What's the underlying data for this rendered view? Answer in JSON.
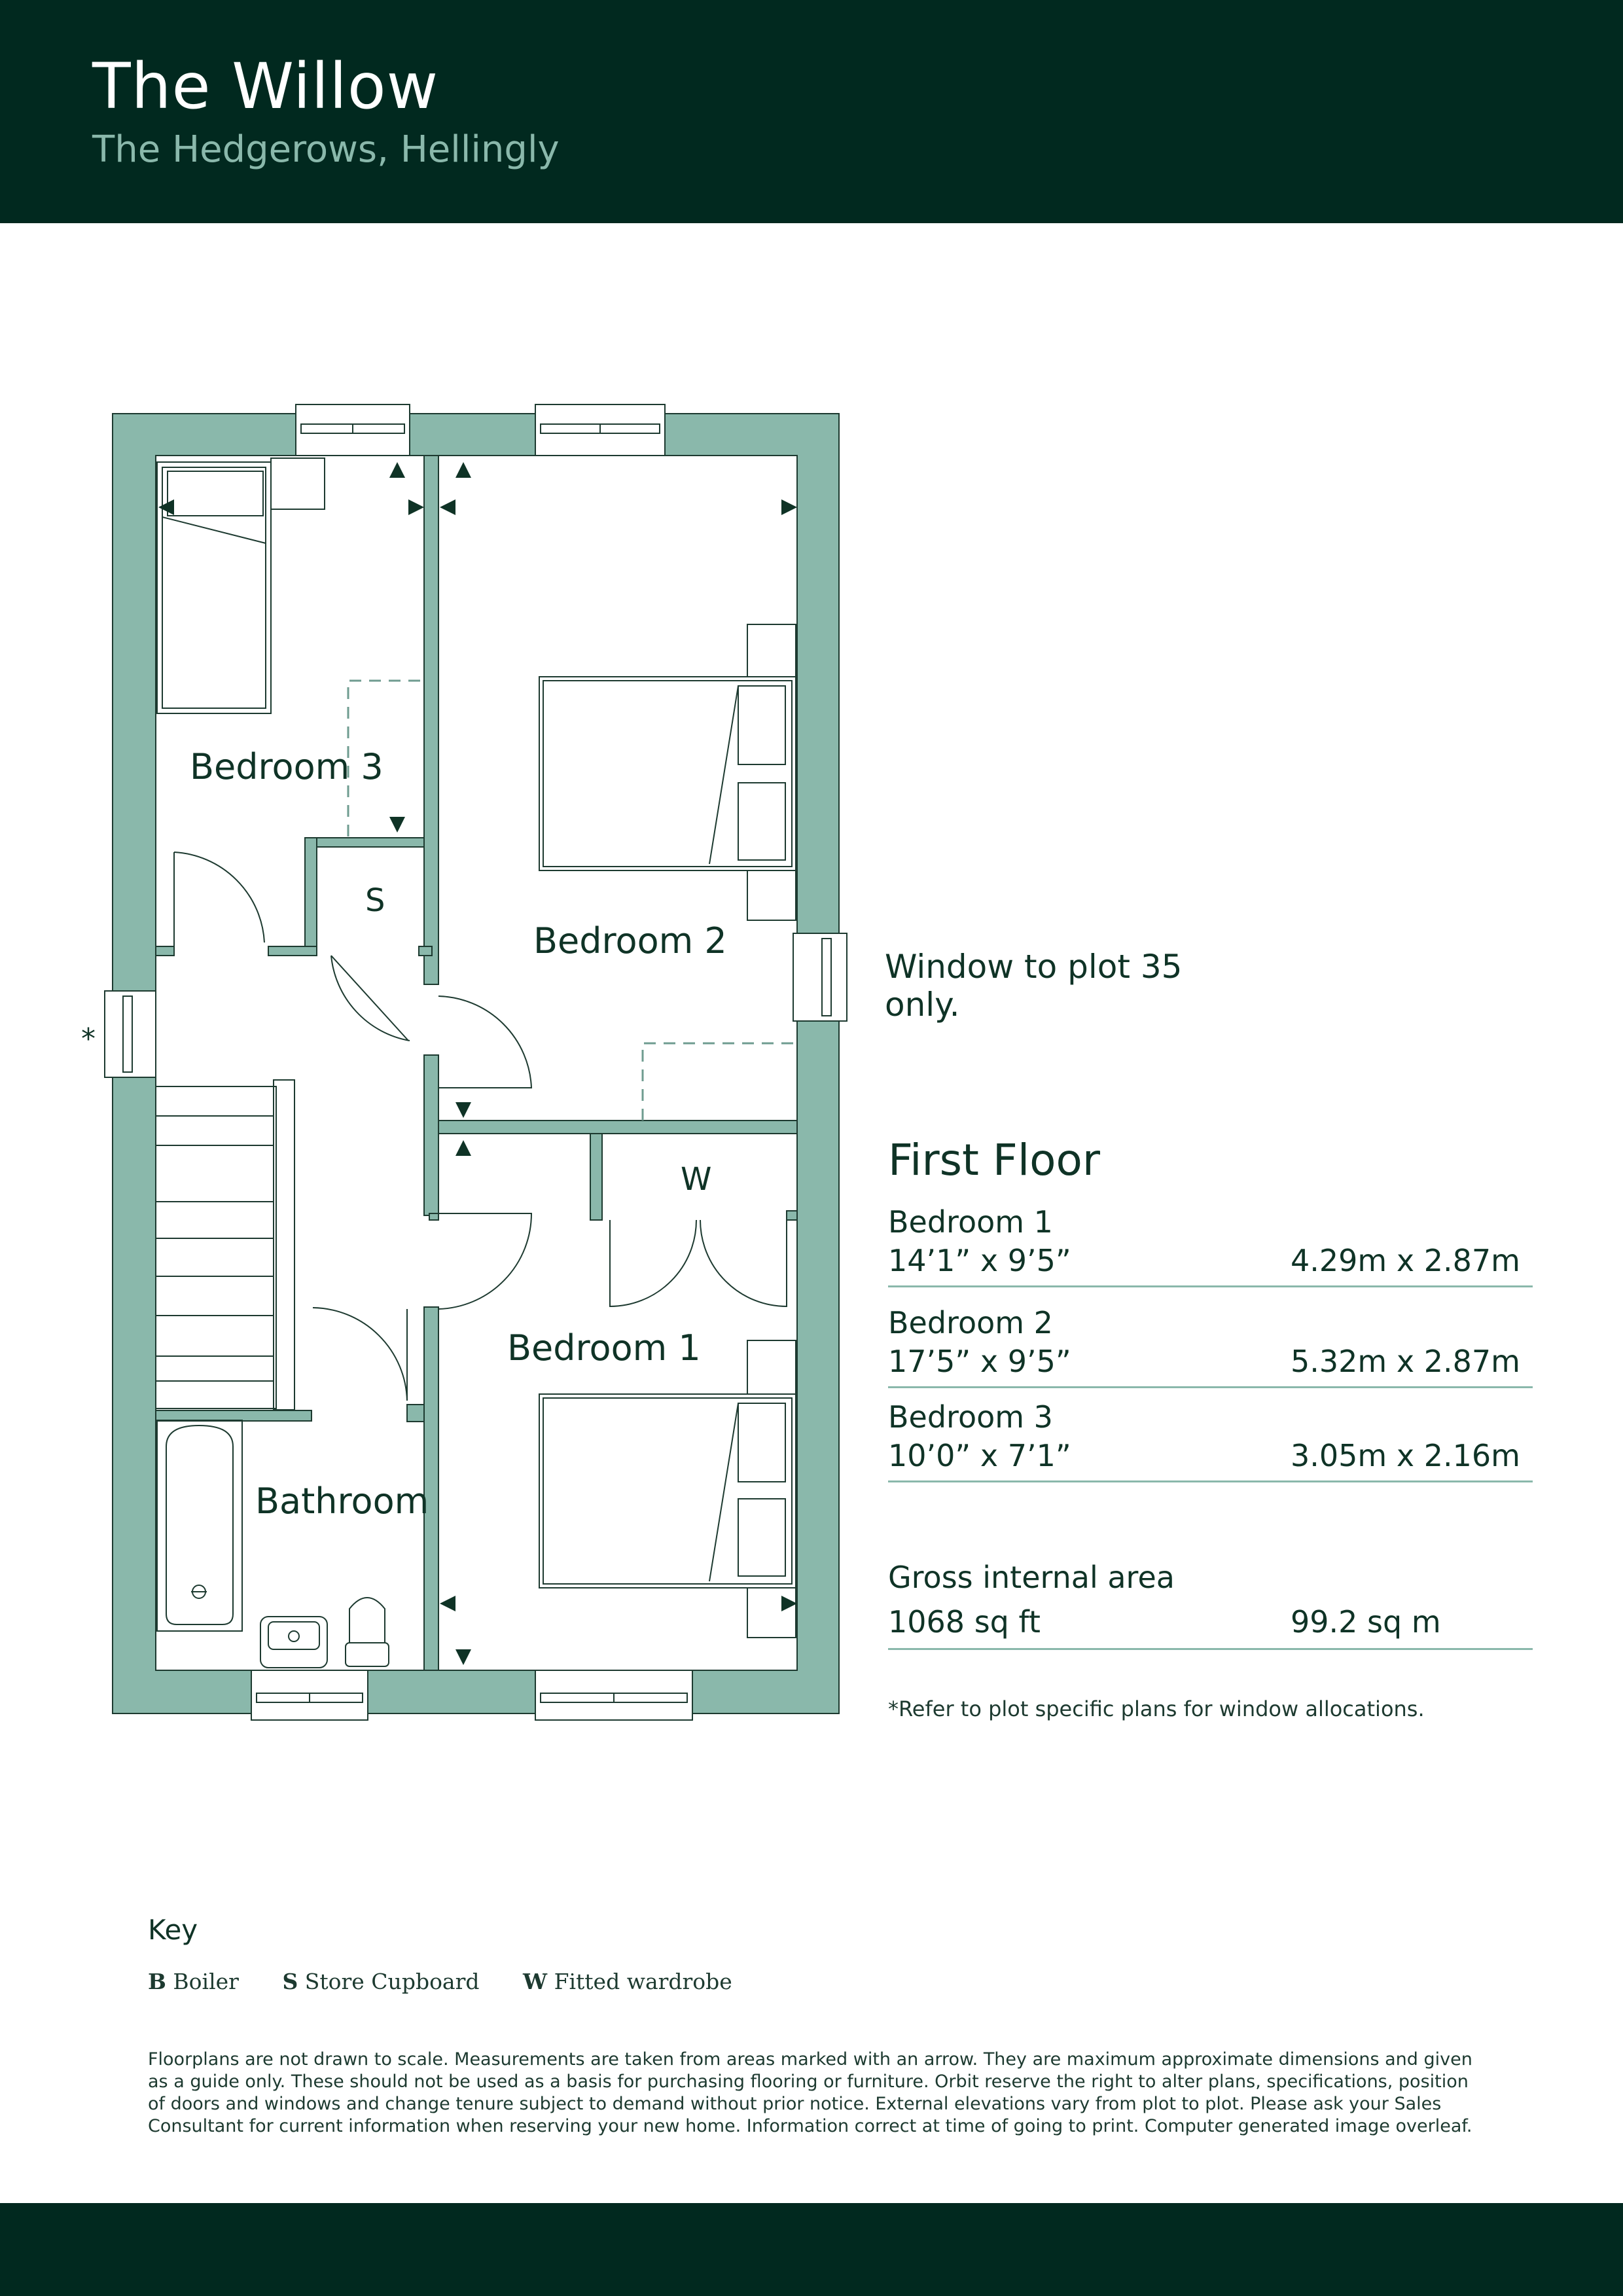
{
  "header": {
    "title": "The Willow",
    "subtitle": "The Hedgerows, Hellingly"
  },
  "plan": {
    "rooms": {
      "bedroom1": "Bedroom 1",
      "bedroom2": "Bedroom 2",
      "bedroom3": "Bedroom 3",
      "bathroom": "Bathroom",
      "store": "S",
      "wardrobe": "W"
    },
    "window_marker": "*",
    "callout": "Window to plot 35 only.",
    "colors": {
      "wall": "#8ab8ab",
      "line": "#1d3a30",
      "arrow": "#0f3326"
    }
  },
  "floor_summary": {
    "title": "First Floor",
    "rooms": [
      {
        "name": "Bedroom 1",
        "imperial": "14’1” x 9’5”",
        "metric": "4.29m x 2.87m"
      },
      {
        "name": "Bedroom 2",
        "imperial": "17’5” x 9’5”",
        "metric": "5.32m x 2.87m"
      },
      {
        "name": "Bedroom 3",
        "imperial": "10’0” x 7’1”",
        "metric": "3.05m x 2.16m"
      }
    ],
    "gross": {
      "label": "Gross internal area",
      "imperial": "1068 sq ft",
      "metric": "99.2 sq m"
    },
    "note": "*Refer to plot specific plans for window allocations."
  },
  "key": {
    "title": "Key",
    "items": [
      {
        "letter": "B",
        "label": "Boiler"
      },
      {
        "letter": "S",
        "label": "Store Cupboard"
      },
      {
        "letter": "W",
        "label": "Fitted wardrobe"
      }
    ]
  },
  "disclaimer": "Floorplans are not drawn to scale. Measurements are taken from areas marked with an arrow. They are maximum approximate dimensions and given as a guide only. These should not be used as a basis for purchasing flooring or furniture. Orbit reserve the right to alter plans, specifications, position of doors and windows and change tenure subject to demand without prior notice. External elevations vary from plot to plot. Please ask your Sales Consultant for current information when reserving your new home. Information correct at time of going to print. Computer generated image overleaf."
}
